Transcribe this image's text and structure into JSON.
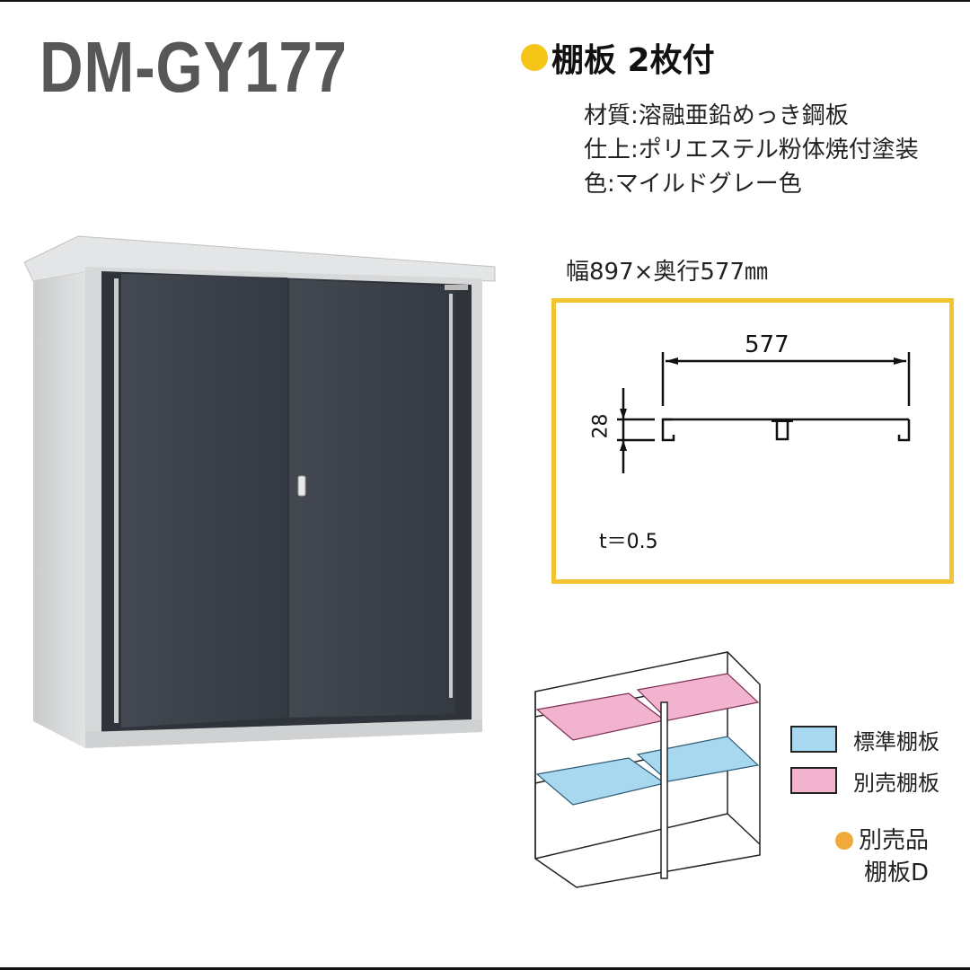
{
  "product": {
    "model": "DM-GY177"
  },
  "shelf_info": {
    "heading": "棚板 2枚付",
    "specs": [
      "材質:溶融亜鉛めっき鋼板",
      "仕上:ポリエステル粉体焼付塗装",
      "色:マイルドグレー色"
    ],
    "dimensions": "幅897×奥行577㎜"
  },
  "profile_drawing": {
    "width_value": "577",
    "height_value": "28",
    "thickness": "t＝0.5"
  },
  "legend": {
    "items": [
      {
        "label": "標準棚板",
        "color": "#a8d8f0"
      },
      {
        "label": "別売棚板",
        "color": "#f2b3cf"
      }
    ]
  },
  "sold_separately": {
    "label": "別売品",
    "item": "棚板D"
  },
  "colors": {
    "accent_yellow": "#f5c518",
    "box_border": "#f2c530",
    "accent_orange": "#f2a93b",
    "door": "#3a3f47",
    "frame": "#d3d5d6"
  }
}
